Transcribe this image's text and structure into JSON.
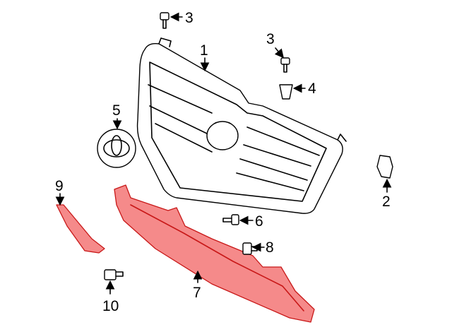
{
  "diagram": {
    "callouts": {
      "grille": "1",
      "clip_right": "2",
      "screw_top_left": "3",
      "screw_top_right": "3",
      "nut_clip": "4",
      "emblem": "5",
      "bolt_6": "6",
      "lower_absorber": "7",
      "bolt_8": "8",
      "side_bracket": "9",
      "bolt_10": "10"
    },
    "highlight_color": "#f58a8a"
  }
}
